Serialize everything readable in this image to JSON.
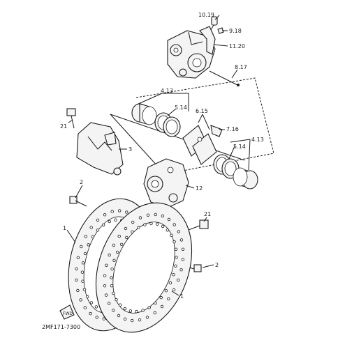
{
  "diagram": {
    "doc_number": "2MF171-7300",
    "callouts": [
      {
        "id": "c-10-19",
        "text": "10.19"
      },
      {
        "id": "c-9-18",
        "text": "9.18"
      },
      {
        "id": "c-11-20",
        "text": "11.20"
      },
      {
        "id": "c-8-17",
        "text": "8.17"
      },
      {
        "id": "c-4-13-a",
        "text": "4.13"
      },
      {
        "id": "c-5-14-a",
        "text": "5.14"
      },
      {
        "id": "c-6-15",
        "text": "6.15"
      },
      {
        "id": "c-7-16",
        "text": "7.16"
      },
      {
        "id": "c-4-13-b",
        "text": "4.13"
      },
      {
        "id": "c-5-14-b",
        "text": "5.14"
      },
      {
        "id": "c-21-a",
        "text": "21"
      },
      {
        "id": "c-3",
        "text": "3"
      },
      {
        "id": "c-12",
        "text": "12"
      },
      {
        "id": "c-2-a",
        "text": "2"
      },
      {
        "id": "c-21-b",
        "text": "21"
      },
      {
        "id": "c-1-a",
        "text": "1"
      },
      {
        "id": "c-2-b",
        "text": "2"
      },
      {
        "id": "c-1-b",
        "text": "1"
      }
    ]
  }
}
